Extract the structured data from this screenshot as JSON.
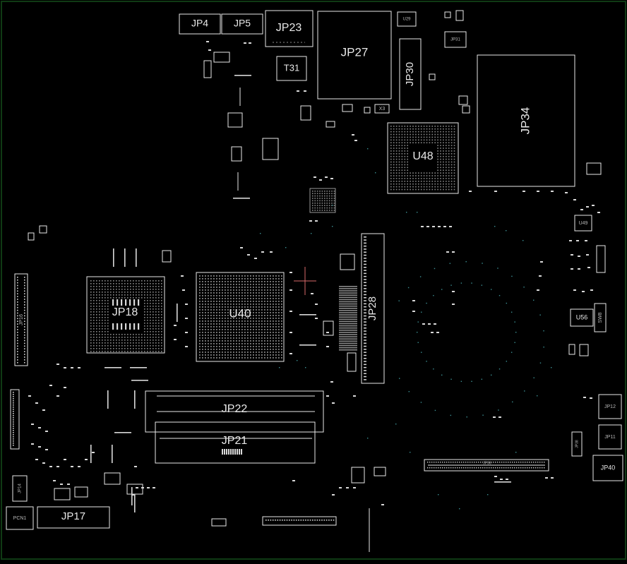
{
  "board": {
    "outline_color": "#0f3a14",
    "background": "#000000",
    "part_color": "#e9e9e9",
    "accent_color": "#3c8f93",
    "cursor_color": "#d86a6a"
  },
  "labels": {
    "jp4": "JP4",
    "jp5": "JP5",
    "jp23": "JP23",
    "jp27": "JP27",
    "jp30": "JP30",
    "jp34": "JP34",
    "t31": "T31",
    "u48": "U48",
    "u40": "U40",
    "jp18": "JP18",
    "jp28": "JP28",
    "jp22": "JP22",
    "jp21": "JP21",
    "jp17": "JP17",
    "jp16": "JP16",
    "jp14": "JP14",
    "jp12": "JP12",
    "jp11": "JP11",
    "jp40": "JP40",
    "u56": "U56",
    "sw8": "SW8",
    "u49": "U49",
    "u29": "U29",
    "x3": "X3",
    "pcn1": "PCN1",
    "jp31": "JP31",
    "jp36": "JP36",
    "jp38": "JP38"
  }
}
